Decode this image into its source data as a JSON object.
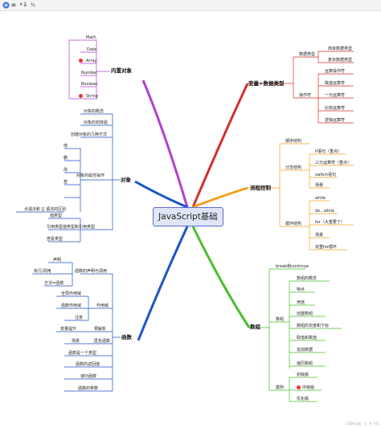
{
  "window": {
    "title": "æª å¾"
  },
  "colors": {
    "purple": "#b33fd0",
    "blue": "#1f53c8",
    "red": "#d0322a",
    "orange": "#f0a320",
    "green": "#4cbd2c",
    "center_fill": "#dfe7f7",
    "center_border": "#5b6ad0",
    "mark": "#e33333"
  },
  "center": "JavaScript基础",
  "watermark": "CSDN @å¨ç­èªå­¦",
  "branches": {
    "builtin": {
      "label": "内置对象",
      "items": [
        "Math",
        "Date",
        "Array",
        "Number",
        "Boolean",
        "String"
      ]
    },
    "object": {
      "label": "对象",
      "items": [
        "对象的概念",
        "对象的初体验",
        "创建对象的几种方式"
      ],
      "ops": {
        "label": "对象的属性操作",
        "items": [
          "增",
          "删",
          "改",
          "查",
          "点语法和 [] 语法的区别"
        ]
      },
      "types": {
        "label": "值类型和引用类型",
        "items": [
          "值类型",
          "引用类型",
          "查看类型"
        ]
      }
    },
    "func": {
      "label": "函数",
      "decl": {
        "label": "函数的声明与调用",
        "items": [
          "声明",
          "执行/调用",
          "方法=函数"
        ]
      },
      "scope": {
        "label": "作用域",
        "items": [
          "全局作用域",
          "函数作用域",
          "注意"
        ]
      },
      "pre": {
        "label": "预解析",
        "items": [
          "变量提升"
        ]
      },
      "anon": {
        "label": "匿名函数",
        "items": [
          "场景"
        ]
      },
      "others": [
        "函数是一个类型",
        "函数的返回值",
        "递归函数",
        "函数的参数"
      ]
    },
    "vars": {
      "label": "变量+数据类型",
      "types": {
        "label": "数据类型",
        "items": [
          "简单数据类型",
          "复杂数据类型"
        ]
      },
      "ops": {
        "label": "操作符",
        "items": [
          "运算操作符",
          "赋值运算符",
          "一元运算符",
          "比较运算符",
          "逻辑运算符"
        ]
      }
    },
    "flow": {
      "label": "流程控制",
      "seq": "顺序结构",
      "branch": {
        "label": "分支结构",
        "items": [
          "if语句（重点）",
          "三元运算符（重点）",
          "switch语句",
          "场景"
        ]
      },
      "loop": {
        "label": "循环结构",
        "items": [
          "while",
          "do...while",
          "for（大重要了）",
          "场景",
          "双重for循环"
        ]
      }
    },
    "array": {
      "label": "数组",
      "top": "break和continue",
      "main": {
        "label": "数组",
        "items": [
          "数组的概念",
          "特点",
          "用途",
          "创建数组",
          "数组的长度和下标",
          "取值和赋值",
          "追加数据",
          "遍历数组"
        ]
      },
      "practice": {
        "label": "案例",
        "items": [
          "初级版",
          "中级版",
          "优化版"
        ]
      }
    }
  }
}
